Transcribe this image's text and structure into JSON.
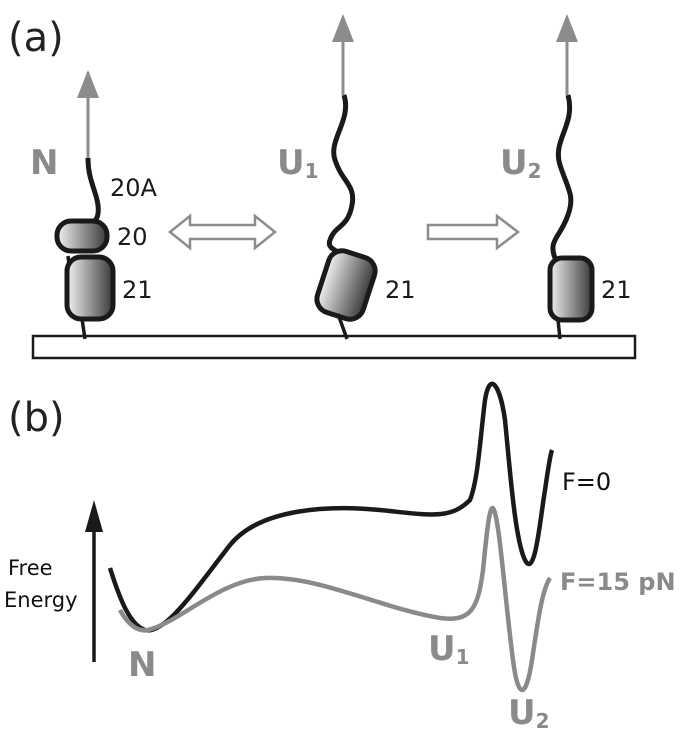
{
  "panels": {
    "a": "(a)",
    "b": "(b)"
  },
  "states": {
    "N": "N",
    "U1": {
      "base": "U",
      "sub": "1"
    },
    "U2": {
      "base": "U",
      "sub": "2"
    }
  },
  "domains": {
    "d20A": "20A",
    "d20": "20",
    "d21": "21"
  },
  "energy": {
    "axis_label_line1": "Free",
    "axis_label_line2": "Energy",
    "curve_f0": "F=0",
    "curve_f15": "F=15 pN",
    "min_N": "N",
    "min_U1": {
      "base": "U",
      "sub": "1"
    },
    "min_U2": {
      "base": "U",
      "sub": "2"
    }
  },
  "colors": {
    "dark": "#1a1a1a",
    "gray": "#8a8a8a",
    "arrow": "#8c8c8c"
  },
  "icons": [
    "force-arrow-icon",
    "double-arrow-icon",
    "right-arrow-icon"
  ]
}
